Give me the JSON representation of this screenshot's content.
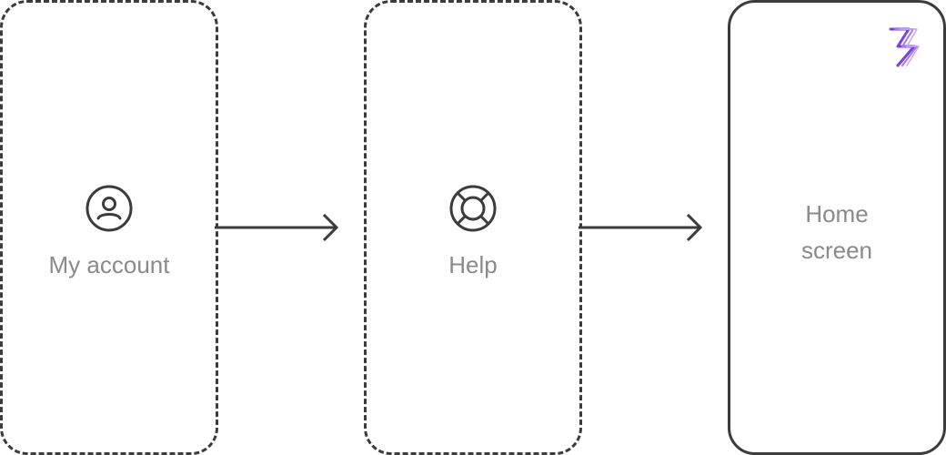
{
  "nodes": [
    {
      "id": "my-account",
      "label": "My account",
      "icon": "user-circle-icon",
      "border": "dashed"
    },
    {
      "id": "help",
      "label": "Help",
      "icon": "lifebuoy-icon",
      "border": "dashed"
    },
    {
      "id": "home-screen",
      "label": "Home\nscreen",
      "icon": "brand-logo",
      "border": "solid"
    }
  ],
  "edges": [
    {
      "from": "my-account",
      "to": "help"
    },
    {
      "from": "help",
      "to": "home-screen"
    }
  ],
  "colors": {
    "stroke": "#3c3c3c",
    "label": "#8a8a8a",
    "logo_primary": "#7b3fe4",
    "logo_secondary": "#c7a6f7"
  }
}
